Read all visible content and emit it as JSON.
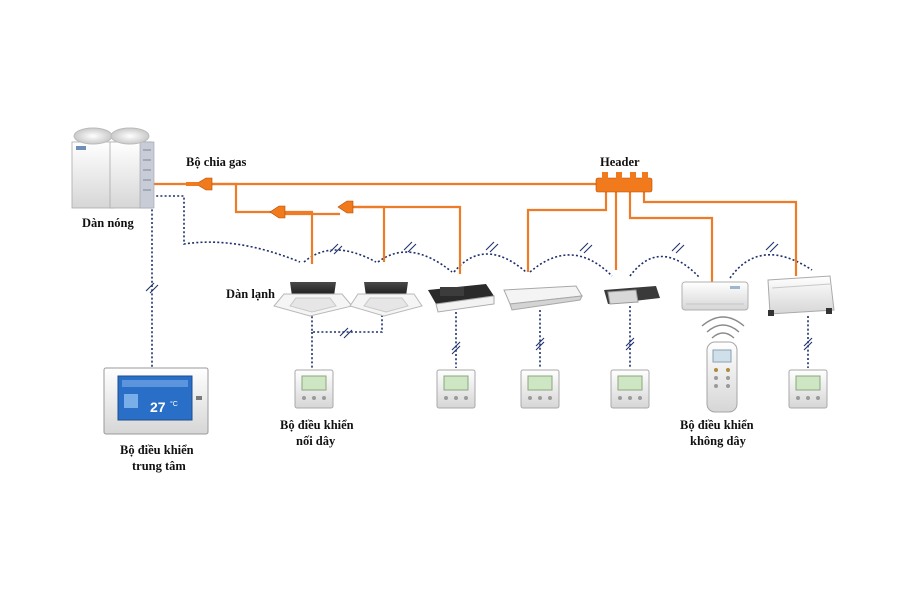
{
  "labels": {
    "outdoor_unit": "Dàn nóng",
    "gas_splitter": "Bộ chia gas",
    "header": "Header",
    "indoor_units": "Dàn lạnh",
    "central_controller_line1": "Bộ điều khiển",
    "central_controller_line2": "trung tâm",
    "wired_controller_line1": "Bộ điều khiển",
    "wired_controller_line2": "nối dây",
    "wireless_controller_line1": "Bộ điều khiển",
    "wireless_controller_line2": "không dây"
  },
  "central_controller_screen": {
    "temperature": "27",
    "unit": "°C"
  },
  "colors": {
    "refrigerant_pipe": "#ee7b27",
    "control_wiring": "#1e2f6d",
    "unit_body": "#f2f2f2"
  },
  "indoor_unit_types": [
    "cassette-4-way",
    "cassette-4-way",
    "ceiling-concealed-duct",
    "ceiling-suspended",
    "ceiling-concealed-duct-slim",
    "wall-mounted",
    "floor-standing"
  ],
  "controller_types": [
    "central-controller",
    "wired-controller",
    "wired-controller",
    "wired-controller",
    "wired-controller",
    "wireless-remote",
    "wired-controller"
  ]
}
